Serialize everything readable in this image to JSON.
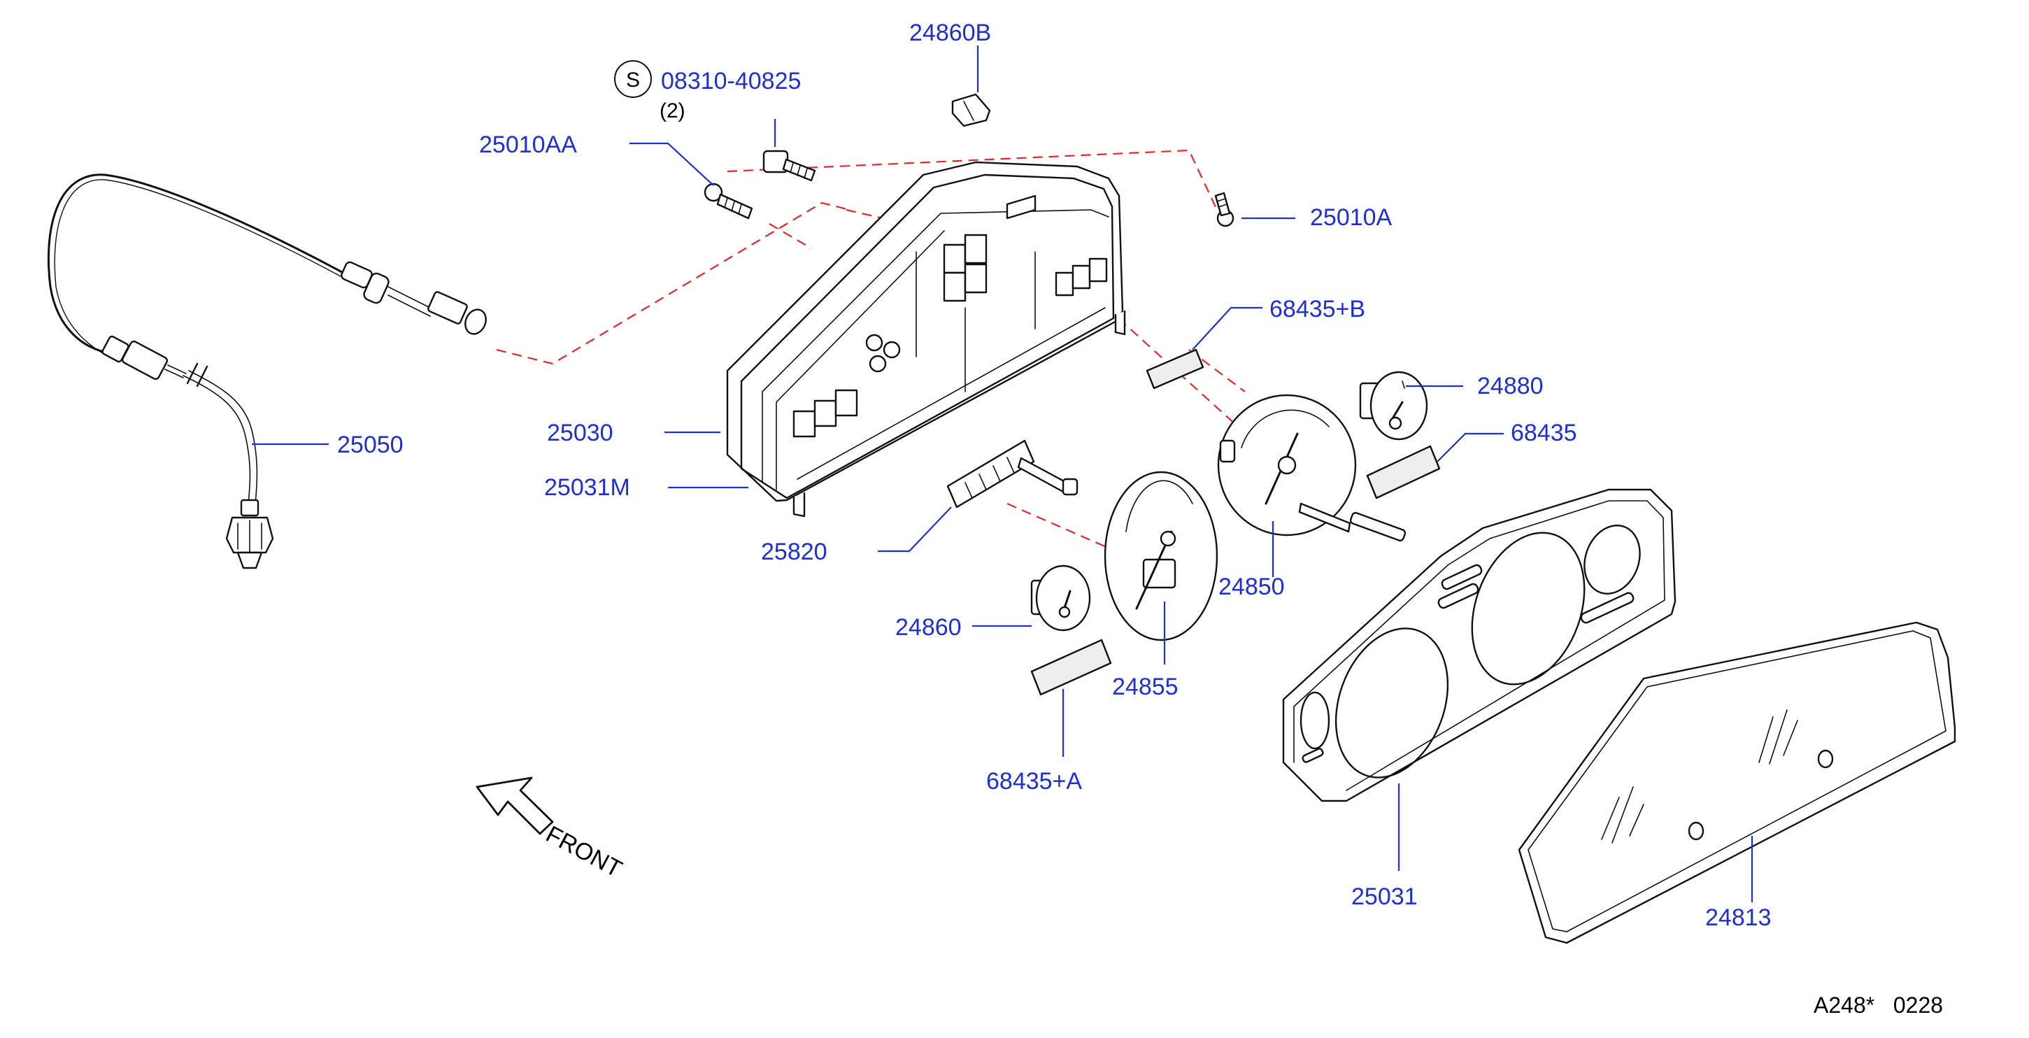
{
  "labels": {
    "p24860B": "24860B",
    "s08310": "08310-40825",
    "s08310_qty": "(2)",
    "s_mark": "S",
    "p25010AA": "25010AA",
    "p25010A": "25010A",
    "p68435B": "68435+B",
    "p24880": "24880",
    "p68435": "68435",
    "p25050": "25050",
    "p25030": "25030",
    "p25031M": "25031M",
    "p25820": "25820",
    "p24850": "24850",
    "p24860": "24860",
    "p24855": "24855",
    "p68435A": "68435+A",
    "p25031": "25031",
    "p24813": "24813",
    "front": "FRONT",
    "diagram_code": "A248*   0228"
  },
  "colors": {
    "callout_text": "#1f2fd6",
    "leader_line": "#1f2fd6",
    "phantom_line": "#e8262a",
    "part_outline": "#111111"
  }
}
